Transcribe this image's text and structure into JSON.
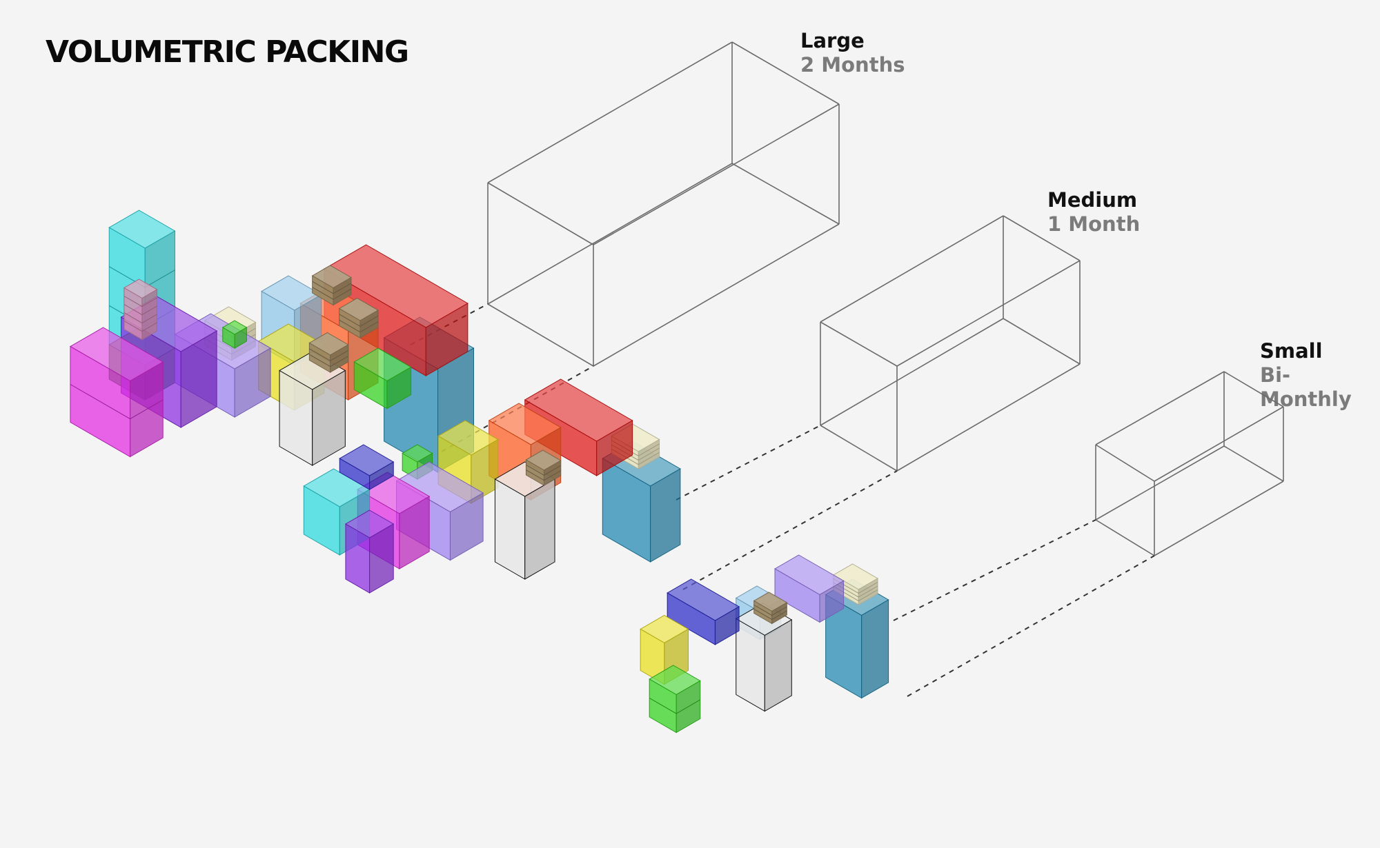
{
  "title": "VOLUMETRIC PACKING",
  "containers": [
    {
      "size": "Large",
      "period": "2 Months"
    },
    {
      "size": "Medium",
      "period": "1 Month"
    },
    {
      "size": "Small",
      "period": "Bi-Monthly"
    }
  ],
  "colors": {
    "background": "#f4f4f4",
    "outline": "#6b6b6b",
    "red": "#e01515",
    "orange": "#ff5a1f",
    "yellow": "#e8df1a",
    "green": "#31d21c",
    "dark_green": "#1f8c1c",
    "cyan": "#2ad9de",
    "teal_blue": "#1f86b0",
    "light_blue": "#8cc6ea",
    "magenta": "#e22ae0",
    "purple": "#8a2be2",
    "violet": "#9b7ff0",
    "navy": "#2a2ac8",
    "cream": "#ece7c2",
    "brown": "#9b8762",
    "white_box": "#e6e6e6"
  }
}
